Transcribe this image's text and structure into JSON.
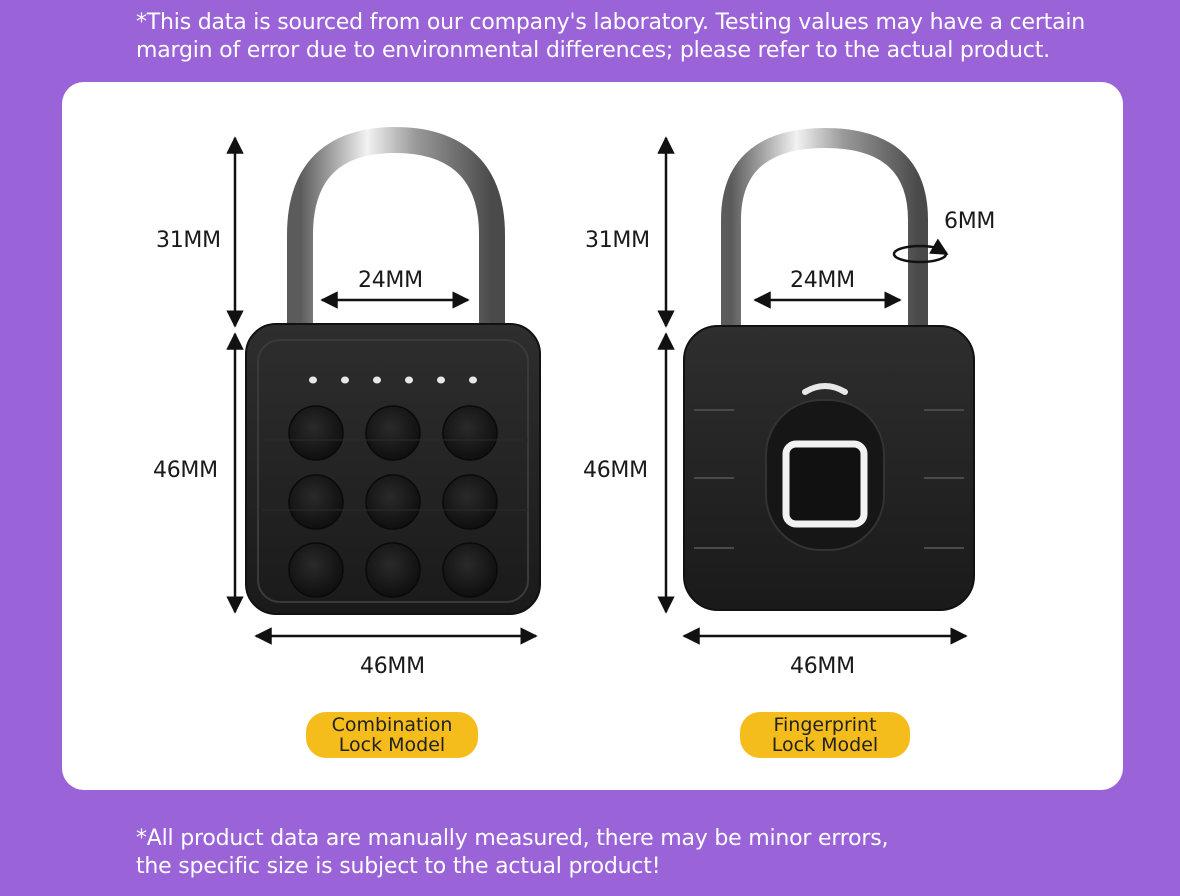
{
  "notes": {
    "top": "*This data is sourced from our company's laboratory. Testing values may have a certain\n margin of error due to environmental differences; please refer to the actual product.",
    "bottom": "*All product data are manually measured, there may be minor errors,\nthe specific size is subject to the actual product!"
  },
  "combination": {
    "shackle_height": "31MM",
    "shackle_width": "24MM",
    "body_height": "46MM",
    "body_width": "46MM",
    "label": "Combination\nLock Model"
  },
  "fingerprint": {
    "shackle_height": "31MM",
    "shackle_width": "24MM",
    "shackle_diameter": "6MM",
    "body_height": "46MM",
    "body_width": "46MM",
    "label": "Fingerprint\nLock Model"
  },
  "colors": {
    "background": "#9b63d8",
    "card": "#ffffff",
    "pill": "#f5bd1c",
    "lock_body": "#222222"
  }
}
